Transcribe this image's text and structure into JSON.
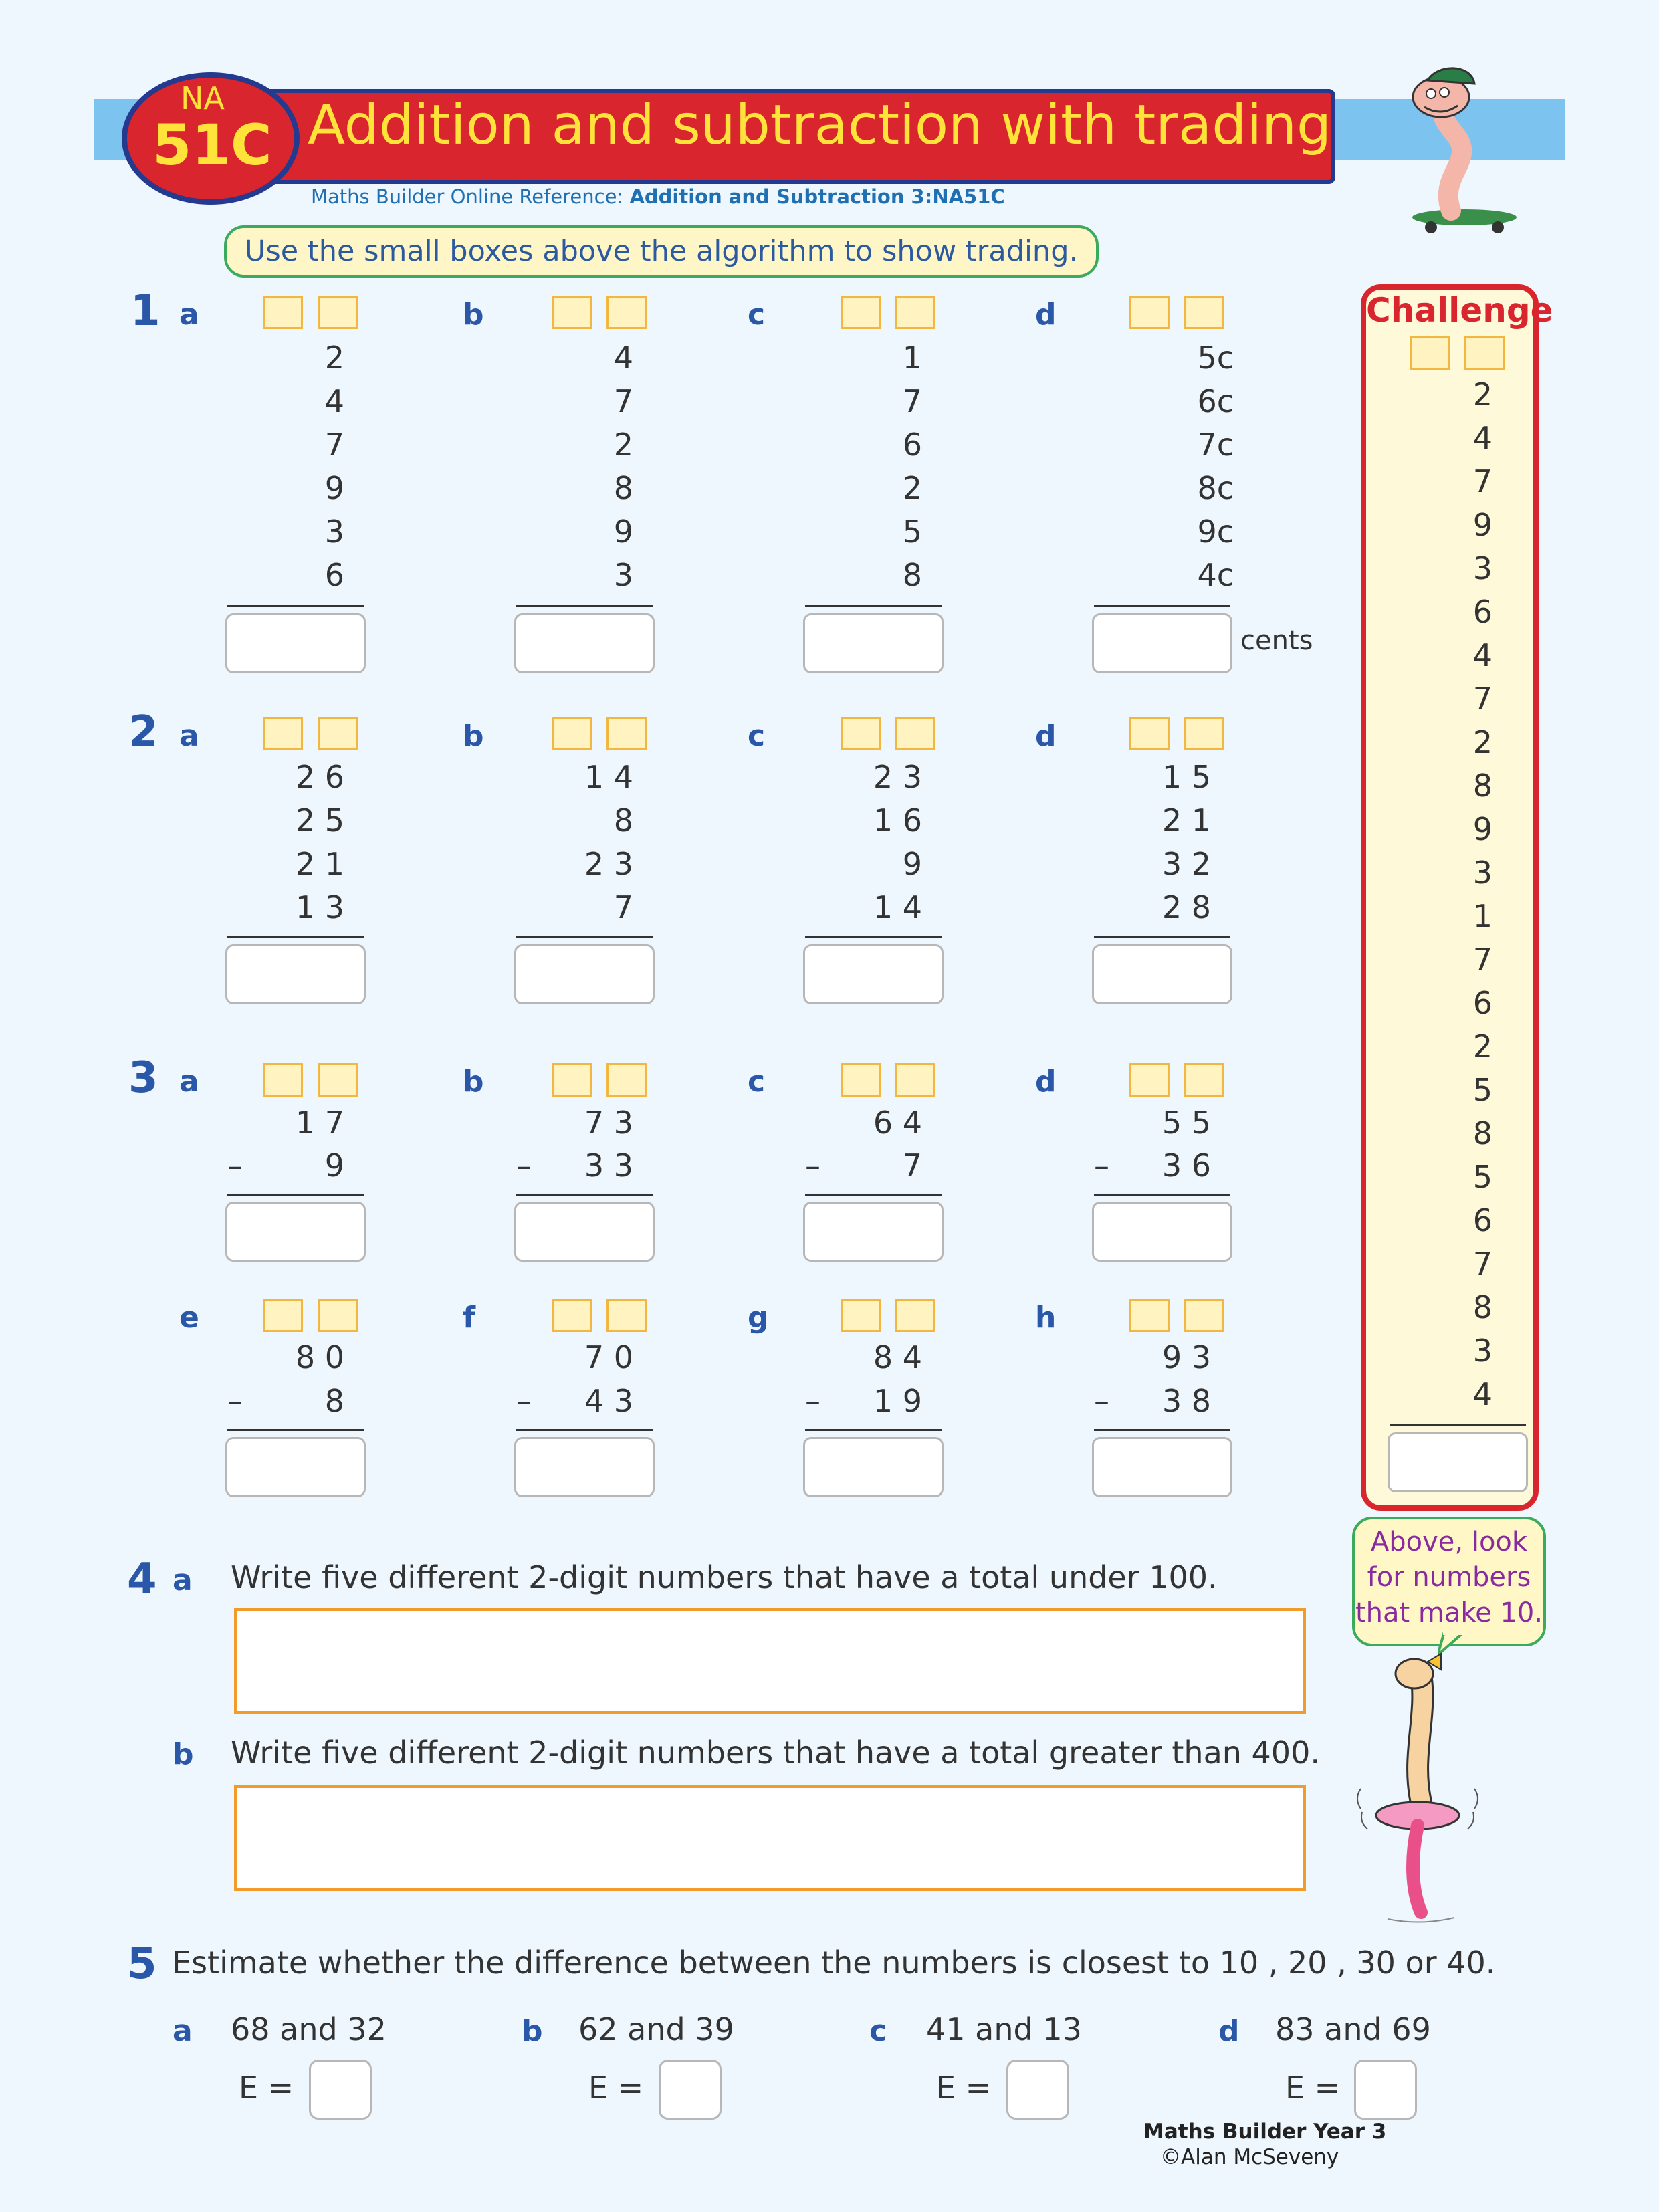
{
  "header": {
    "badge_code": "NA",
    "badge_num": "51C",
    "title": "Addition and subtraction with trading",
    "ref_prefix": "Maths Builder Online Reference: ",
    "ref_value": "Addition and Subtraction 3:NA51C",
    "instruction": "Use the small boxes above the algorithm to show trading."
  },
  "q1": {
    "num": "1",
    "a": {
      "label": "a",
      "rows": [
        "2",
        "4",
        "7",
        "9",
        "3",
        "6"
      ]
    },
    "b": {
      "label": "b",
      "rows": [
        "4",
        "7",
        "2",
        "8",
        "9",
        "3"
      ]
    },
    "c": {
      "label": "c",
      "rows": [
        "1",
        "7",
        "6",
        "2",
        "5",
        "8"
      ]
    },
    "d": {
      "label": "d",
      "rows": [
        "5c",
        "6c",
        "7c",
        "8c",
        "9c",
        "4c"
      ],
      "unit": "cents"
    }
  },
  "q2": {
    "num": "2",
    "a": {
      "label": "a",
      "rows": [
        "2 6",
        "2 5",
        "2 1",
        "1 3"
      ]
    },
    "b": {
      "label": "b",
      "rows": [
        "1 4",
        "8",
        "2 3",
        "7"
      ]
    },
    "c": {
      "label": "c",
      "rows": [
        "2 3",
        "1 6",
        "9",
        "1 4"
      ]
    },
    "d": {
      "label": "d",
      "rows": [
        "1 5",
        "2 1",
        "3 2",
        "2 8"
      ]
    }
  },
  "q3": {
    "num": "3",
    "a": {
      "label": "a",
      "top": "1 7",
      "bottom": "9"
    },
    "b": {
      "label": "b",
      "top": "7 3",
      "bottom": "3 3"
    },
    "c": {
      "label": "c",
      "top": "6 4",
      "bottom": "7"
    },
    "d": {
      "label": "d",
      "top": "5 5",
      "bottom": "3 6"
    },
    "e": {
      "label": "e",
      "top": "8 0",
      "bottom": "8"
    },
    "f": {
      "label": "f",
      "top": "7 0",
      "bottom": "4 3"
    },
    "g": {
      "label": "g",
      "top": "8 4",
      "bottom": "1 9"
    },
    "h": {
      "label": "h",
      "top": "9 3",
      "bottom": "3 8"
    },
    "minus": "–"
  },
  "challenge": {
    "title": "Challenge",
    "rows": [
      "2",
      "4",
      "7",
      "9",
      "3",
      "6",
      "4",
      "7",
      "2",
      "8",
      "9",
      "3",
      "1",
      "7",
      "6",
      "2",
      "5",
      "8",
      "5",
      "6",
      "7",
      "8",
      "3",
      "4"
    ],
    "speech": "Above, look for numbers that make 10."
  },
  "q4": {
    "num": "4",
    "a_label": "a",
    "a_text": "Write five different 2-digit numbers that have a total under 100.",
    "b_label": "b",
    "b_text": "Write five different 2-digit numbers that have a total greater than 400."
  },
  "q5": {
    "num": "5",
    "text": "Estimate whether the difference between the numbers is closest to 10 , 20 , 30 or 40.",
    "e_label": "E =",
    "items": [
      {
        "label": "a",
        "text": "68 and 32"
      },
      {
        "label": "b",
        "text": "62 and 39"
      },
      {
        "label": "c",
        "text": "41 and 13"
      },
      {
        "label": "d",
        "text": "83 and 69"
      }
    ]
  },
  "footer": {
    "book": "Maths Builder Year 3",
    "copyright": "©Alan McSeveny"
  }
}
